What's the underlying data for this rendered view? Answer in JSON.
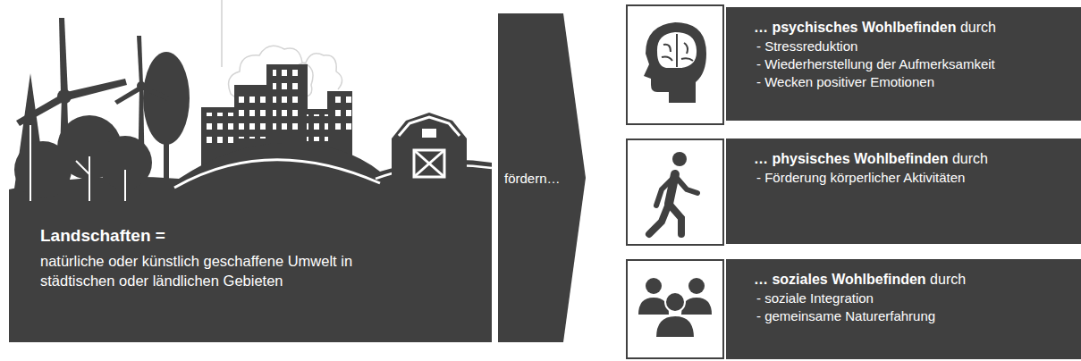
{
  "diagram": {
    "nodes": [
      {
        "text": [
          "Landschaften =",
          "natürliche oder künstlich geschaffene Umwelt in städtischen oder ländlichen Gebieten"
        ]
      },
      {
        "text": [
          "fördern…"
        ]
      },
      {
        "text": [
          "… psychisches Wohlbefinden",
          "durch",
          "- Stressreduktion",
          "- Wiederherstellung der Aufmerksamkeit",
          "- Wecken positiver Emotionen"
        ]
      },
      {
        "text": [
          "… physisches Wohlbefinden",
          "durch",
          "- Förderung körperlicher Aktivitäten"
        ]
      },
      {
        "text": [
          "… soziales Wohlbefinden",
          "durch",
          "- soziale Integration",
          "- gemeinsame Naturerfahrung"
        ]
      }
    ]
  }
}
